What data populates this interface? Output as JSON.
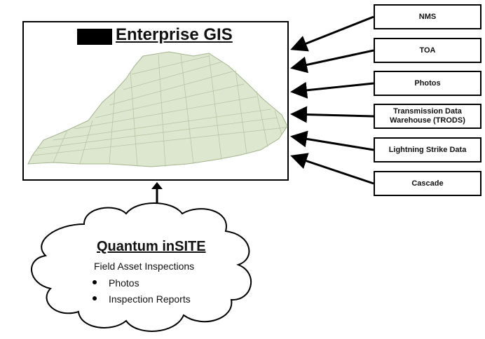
{
  "gis": {
    "title": "Enterprise GIS"
  },
  "sources": [
    {
      "label": "NMS"
    },
    {
      "label": "TOA"
    },
    {
      "label": "Photos"
    },
    {
      "label": "Transmission Data Warehouse (TRODS)"
    },
    {
      "label": "Lightning Strike Data"
    },
    {
      "label": "Cascade"
    }
  ],
  "insite": {
    "title": "Quantum inSITE",
    "subtitle": "Field Asset Inspections",
    "items": [
      "Photos",
      "Inspection Reports"
    ]
  },
  "colors": {
    "map_fill": "#dde6cf",
    "map_stroke": "#a4b48e",
    "line": "#000000"
  }
}
